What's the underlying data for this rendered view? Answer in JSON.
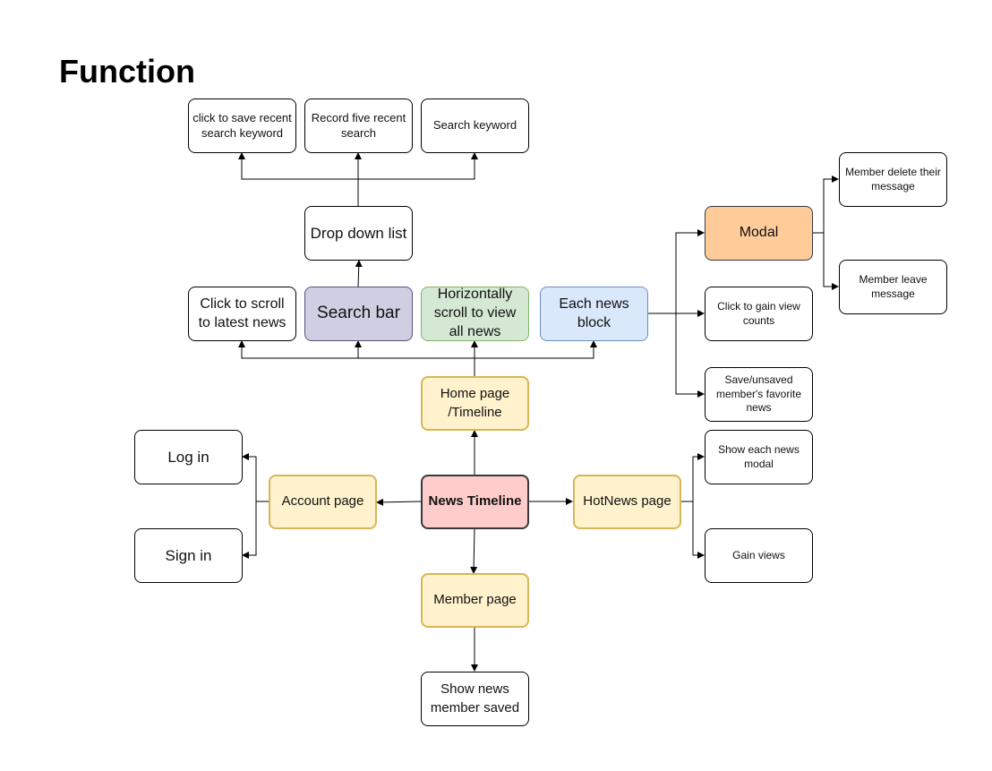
{
  "title": "Function",
  "nodes": {
    "save_recent": "click to save recent search keyword",
    "record_five": "Record five recent search",
    "search_keyword": "Search keyword",
    "drop_down": "Drop down list",
    "scroll_latest": "Click to scroll to latest news",
    "search_bar": "Search bar",
    "horizontal_scroll": "Horizontally scroll to view all news",
    "each_news_block": "Each news block",
    "modal": "Modal",
    "member_delete": "Member delete their message",
    "member_leave": "Member leave message",
    "gain_view_counts": "Click to gain view counts",
    "save_unsaved": "Save/unsaved member's favorite news",
    "home_page": "Home page /Timeline",
    "log_in": "Log in",
    "sign_in": "Sign in",
    "account_page": "Account page",
    "news_timeline": "News Timeline",
    "hotnews_page": "HotNews page",
    "show_modal": "Show each news modal",
    "gain_views": "Gain views",
    "member_page": "Member page",
    "show_saved": "Show news member saved"
  }
}
